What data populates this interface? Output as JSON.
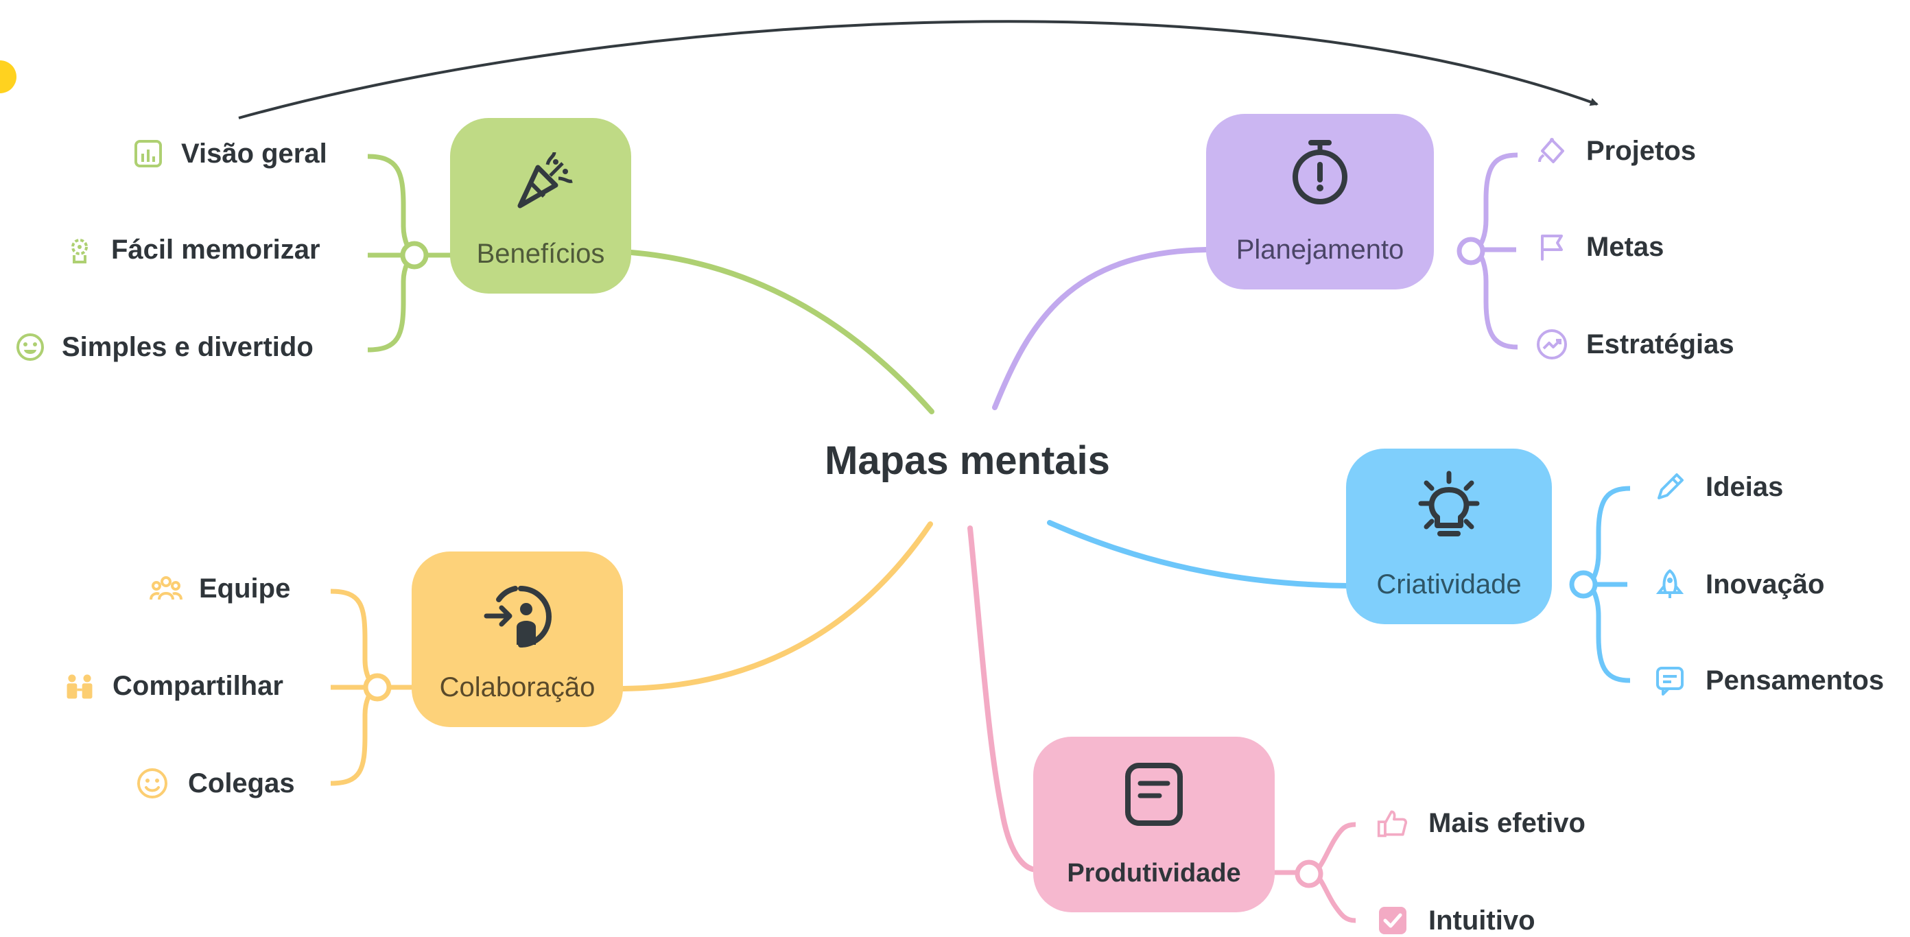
{
  "central": {
    "title": "Mapas mentais"
  },
  "colors": {
    "beneficios": "#bfda85",
    "beneficios_line": "#aed072",
    "planejamento": "#cbb6f2",
    "planejamento_line": "#c2a9ee",
    "criatividade": "#7fcffc",
    "criatividade_line": "#6cc6fa",
    "colaboracao": "#fdd27a",
    "colaboracao_line": "#fcce72",
    "produtividade": "#f6b8cf",
    "produtividade_line": "#f3aac4",
    "text": "#2f353a",
    "accent_dot": "#ffd21f"
  },
  "branches": {
    "beneficios": {
      "label": "Benefícios",
      "icon": "party-popper-icon",
      "leaves": [
        {
          "label": "Visão geral",
          "icon": "chart-icon"
        },
        {
          "label": "Fácil memorizar",
          "icon": "brain-gear-icon"
        },
        {
          "label": "Simples e divertido",
          "icon": "smile-icon"
        }
      ]
    },
    "planejamento": {
      "label": "Planejamento",
      "icon": "stopwatch-icon",
      "leaves": [
        {
          "label": "Projetos",
          "icon": "paint-bucket-icon"
        },
        {
          "label": "Metas",
          "icon": "flag-icon"
        },
        {
          "label": "Estratégias",
          "icon": "trend-icon"
        }
      ]
    },
    "criatividade": {
      "label": "Criatividade",
      "icon": "lightbulb-icon",
      "leaves": [
        {
          "label": "Ideias",
          "icon": "pencil-icon"
        },
        {
          "label": "Inovação",
          "icon": "rocket-icon"
        },
        {
          "label": "Pensamentos",
          "icon": "chat-icon"
        }
      ]
    },
    "colaboracao": {
      "label": "Colaboração",
      "icon": "person-enter-icon",
      "leaves": [
        {
          "label": "Equipe",
          "icon": "team-icon"
        },
        {
          "label": "Compartilhar",
          "icon": "people-icon"
        },
        {
          "label": "Colegas",
          "icon": "happy-face-icon"
        }
      ]
    },
    "produtividade": {
      "label": "Produtividade",
      "icon": "note-icon",
      "leaves": [
        {
          "label": "Mais efetivo",
          "icon": "thumbs-up-icon"
        },
        {
          "label": "Intuitivo",
          "icon": "checkbox-icon"
        }
      ]
    }
  }
}
